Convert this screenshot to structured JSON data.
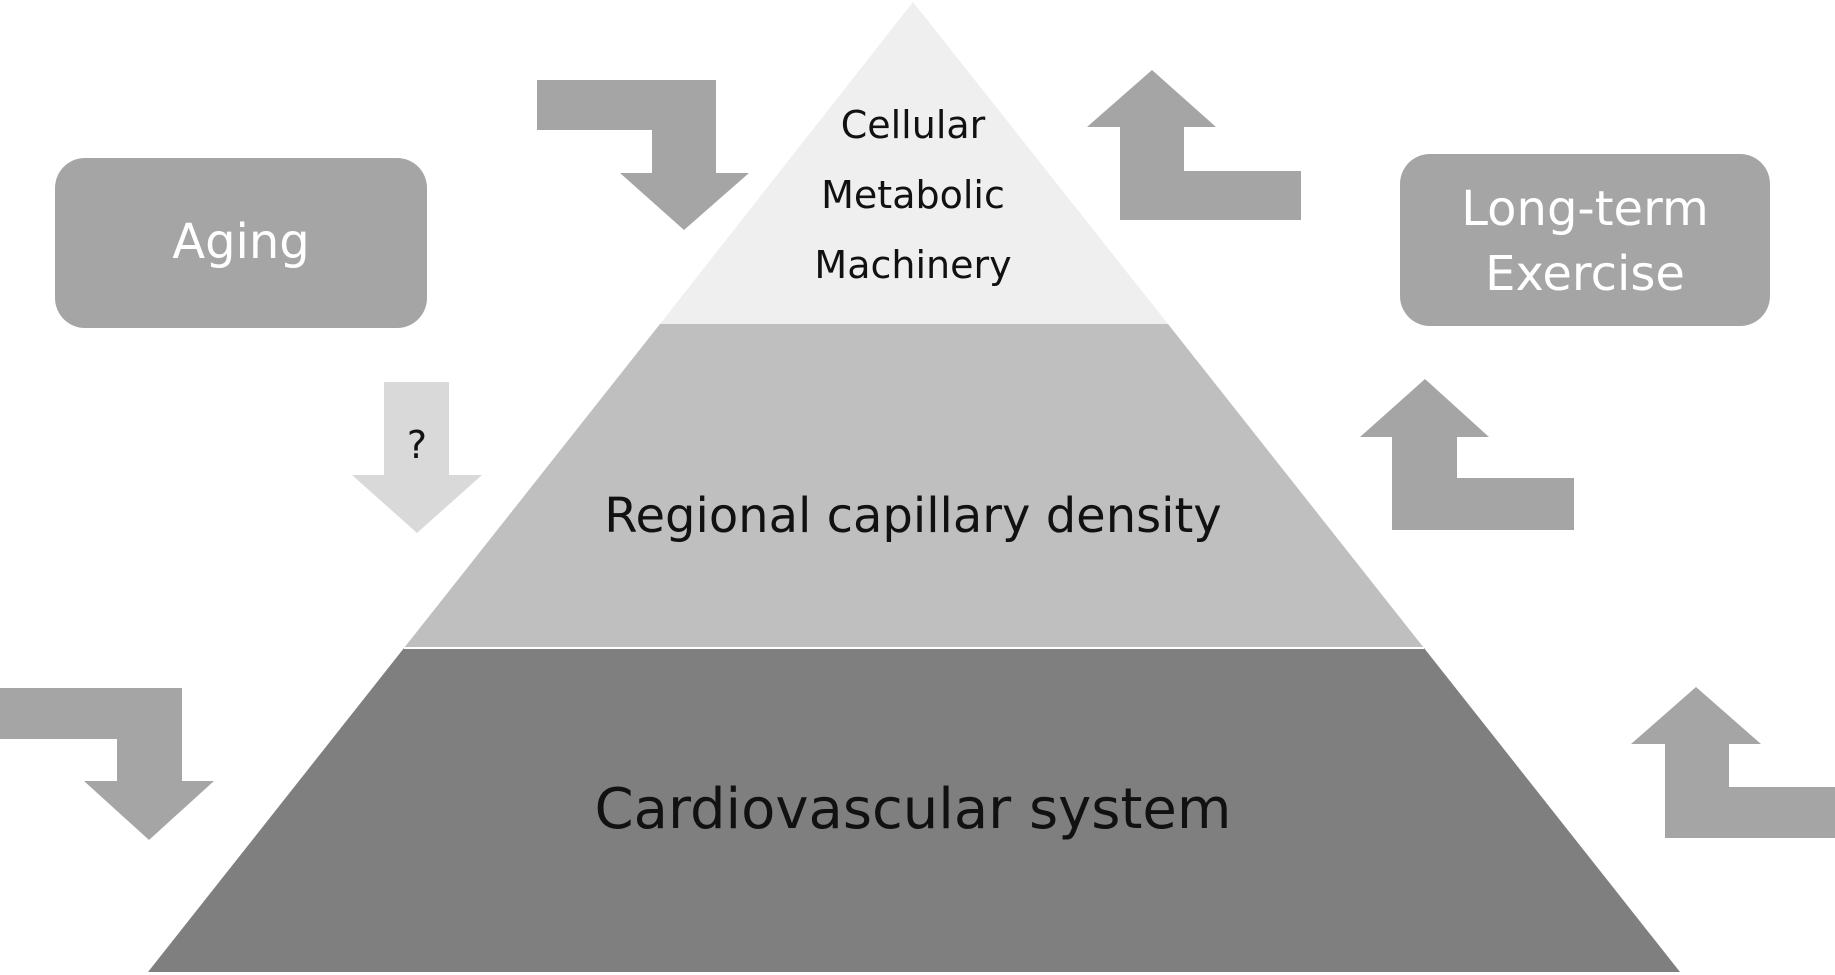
{
  "pyramid": {
    "top_tier": {
      "lines": [
        "Cellular",
        "Metabolic",
        "Machinery"
      ]
    },
    "middle_tier": {
      "label": "Regional capillary density"
    },
    "bottom_tier": {
      "label": "Cardiovascular system"
    }
  },
  "boxes": {
    "aging": {
      "label": "Aging"
    },
    "exercise": {
      "lines": [
        "Long-term",
        "Exercise"
      ]
    }
  },
  "uncertain_arrow": {
    "label": "?"
  },
  "colors": {
    "top_tier": "#efefef",
    "middle_tier": "#bfbfbf",
    "bottom_tier": "#7f7f7f",
    "arrow": "#a5a5a5",
    "uncertain_arrow": "#d9d9d9",
    "box": "#a5a5a5"
  }
}
